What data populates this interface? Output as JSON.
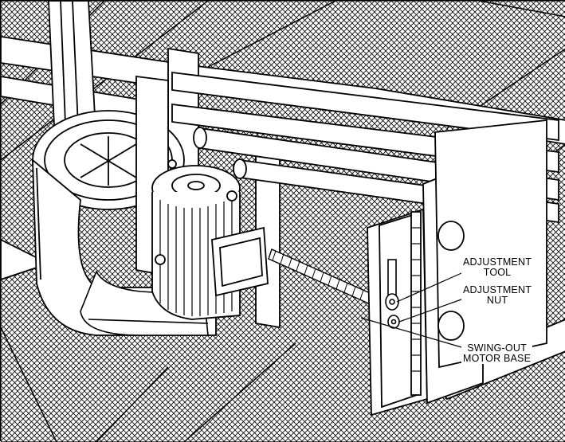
{
  "callouts": {
    "adjustment_tool": {
      "line1": "ADJUSTMENT",
      "line2": "TOOL"
    },
    "adjustment_nut": {
      "line1": "ADJUSTMENT",
      "line2": "NUT"
    },
    "swing_out_motor_base": {
      "line1": "SWING-OUT",
      "line2": "MOTOR BASE"
    }
  },
  "colors": {
    "line": "#000000",
    "paper": "#ffffff",
    "hatch": "#000000"
  }
}
